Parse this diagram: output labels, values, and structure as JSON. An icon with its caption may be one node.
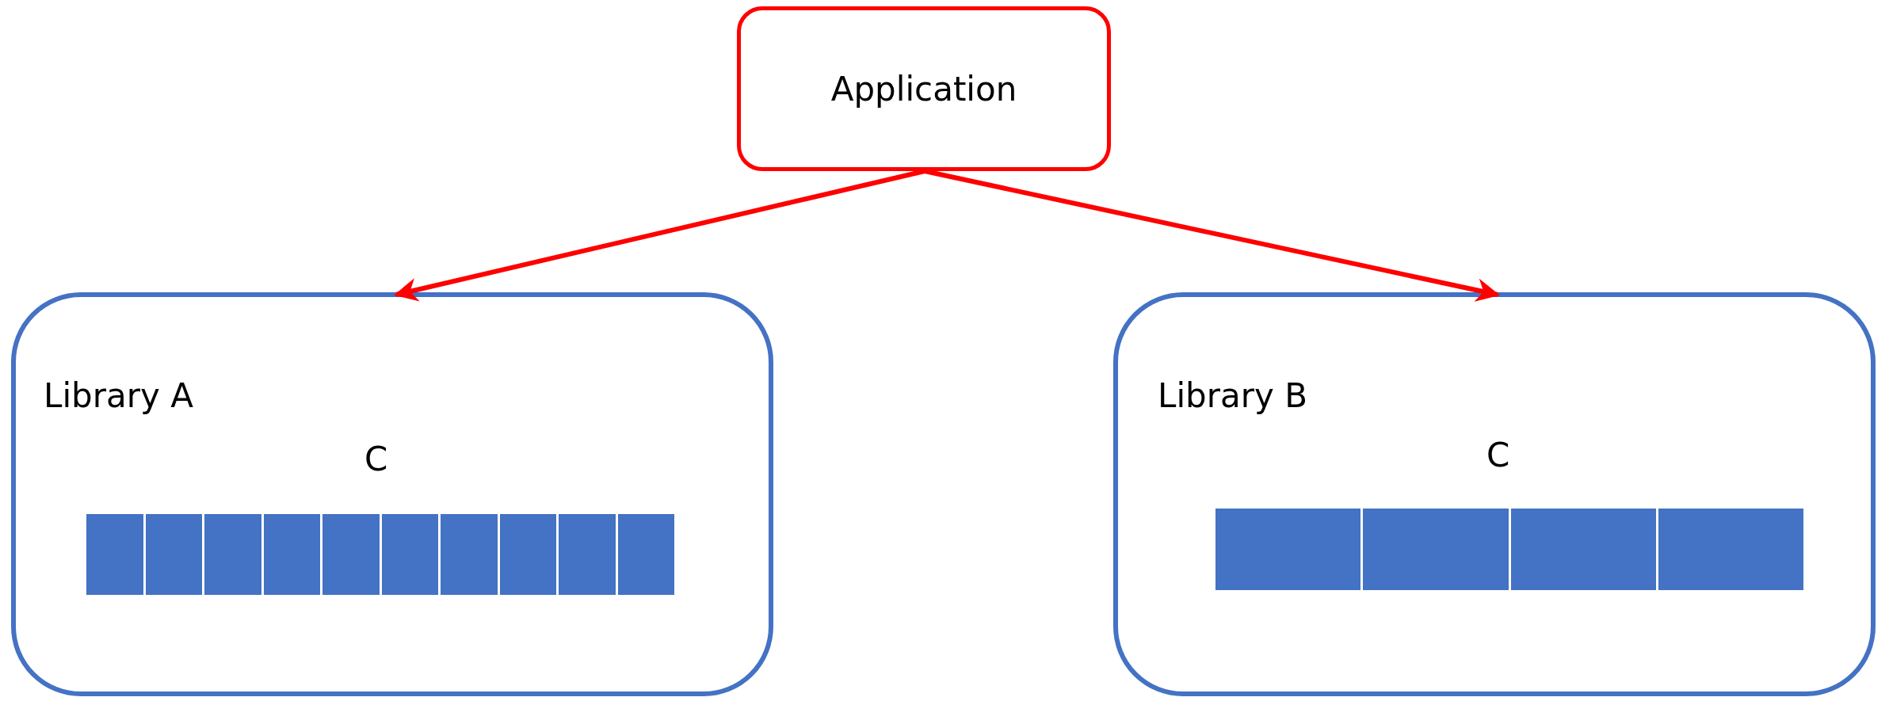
{
  "diagram": {
    "nodes": [
      {
        "text": [
          "Application"
        ]
      },
      {
        "text": [
          "Library A",
          "C"
        ]
      },
      {
        "text": [
          "Library B",
          "C"
        ]
      }
    ],
    "edges": [
      {
        "from": 0,
        "to": 1,
        "arrow": "to"
      },
      {
        "from": 0,
        "to": 2,
        "arrow": "to"
      }
    ]
  }
}
